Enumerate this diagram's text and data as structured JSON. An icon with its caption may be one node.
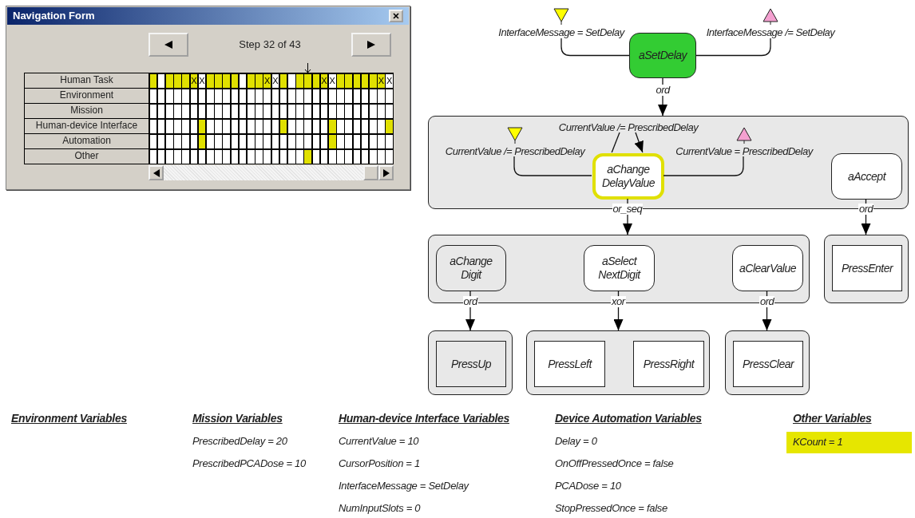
{
  "diagram": {
    "nodes": [
      {
        "text": [
          "aSetDelay"
        ]
      },
      {
        "text": [
          "InterfaceMessage = SetDelay"
        ]
      },
      {
        "text": [
          "InterfaceMessage /= SetDelay"
        ]
      },
      {
        "text": [],
        "shape": "box"
      },
      {
        "text": [
          "aChange DelayValue"
        ],
        "in": 3
      },
      {
        "text": [
          "CurrentValue /= PrescribedDelay"
        ],
        "in": 3
      },
      {
        "text": [
          "CurrentValue /= PrescribedDelay"
        ],
        "in": 3
      },
      {
        "text": [
          "CurrentValue = PrescribedDelay"
        ],
        "in": 3
      },
      {
        "text": [
          "aAccept"
        ],
        "in": 3
      },
      {
        "text": [],
        "shape": "box"
      },
      {
        "text": [
          "aChange Digit"
        ],
        "in": 9
      },
      {
        "text": [
          "aSelect NextDigit"
        ],
        "in": 9
      },
      {
        "text": [
          "aClearValue"
        ],
        "in": 9
      },
      {
        "text": [],
        "shape": "box"
      },
      {
        "text": [
          "PressEnter"
        ],
        "in": 13
      },
      {
        "text": [],
        "shape": "box"
      },
      {
        "text": [
          "PressUp"
        ],
        "in": 15
      },
      {
        "text": [],
        "shape": "box"
      },
      {
        "text": [
          "PressLeft"
        ],
        "in": 17
      },
      {
        "text": [
          "PressRight"
        ],
        "in": 17
      },
      {
        "text": [],
        "shape": "box"
      },
      {
        "text": [
          "PressClear"
        ],
        "in": 20
      }
    ],
    "edges": [
      {
        "from": 0,
        "to": 1,
        "arrow": "none"
      },
      {
        "from": 0,
        "to": 2,
        "arrow": "none"
      },
      {
        "from": 0,
        "to": 3,
        "arrow": "to",
        "label": "ord"
      },
      {
        "from": 4,
        "to": 5,
        "arrow": "none"
      },
      {
        "from": 4,
        "to": 6,
        "arrow": "none"
      },
      {
        "from": 6,
        "to": 4,
        "arrow": "to"
      },
      {
        "from": 4,
        "to": 7,
        "arrow": "none"
      },
      {
        "from": 4,
        "to": 9,
        "arrow": "to",
        "label": "or_seq"
      },
      {
        "from": 8,
        "to": 13,
        "arrow": "to",
        "label": "ord"
      },
      {
        "from": 10,
        "to": 15,
        "arrow": "to",
        "label": "ord"
      },
      {
        "from": 11,
        "to": 17,
        "arrow": "to",
        "label": "xor"
      },
      {
        "from": 12,
        "to": 20,
        "arrow": "to",
        "label": "ord"
      }
    ],
    "labels": [
      "Navigation Form",
      "Step 32 of 43",
      "Human Task",
      "X",
      "X",
      "X",
      "X",
      "X",
      "X",
      "X",
      "X",
      "Environment",
      "Mission",
      "Human-device Interface",
      "Automation",
      "Other",
      "Environment Variables",
      "Mission Variables",
      "PrescribedDelay = 20",
      "PrescribedPCADose = 10",
      "Human-device Interface Variables",
      "CurrentValue = 10",
      "CursorPosition = 1",
      "InterfaceMessage = SetDelay",
      "NumInputSlots = 0",
      "Device Automation Variables",
      "Delay = 0",
      "OnOffPressedOnce = false",
      "PCADose = 10",
      "StopPressedOnce = false",
      "Other Variables",
      "KCount = 1"
    ]
  }
}
